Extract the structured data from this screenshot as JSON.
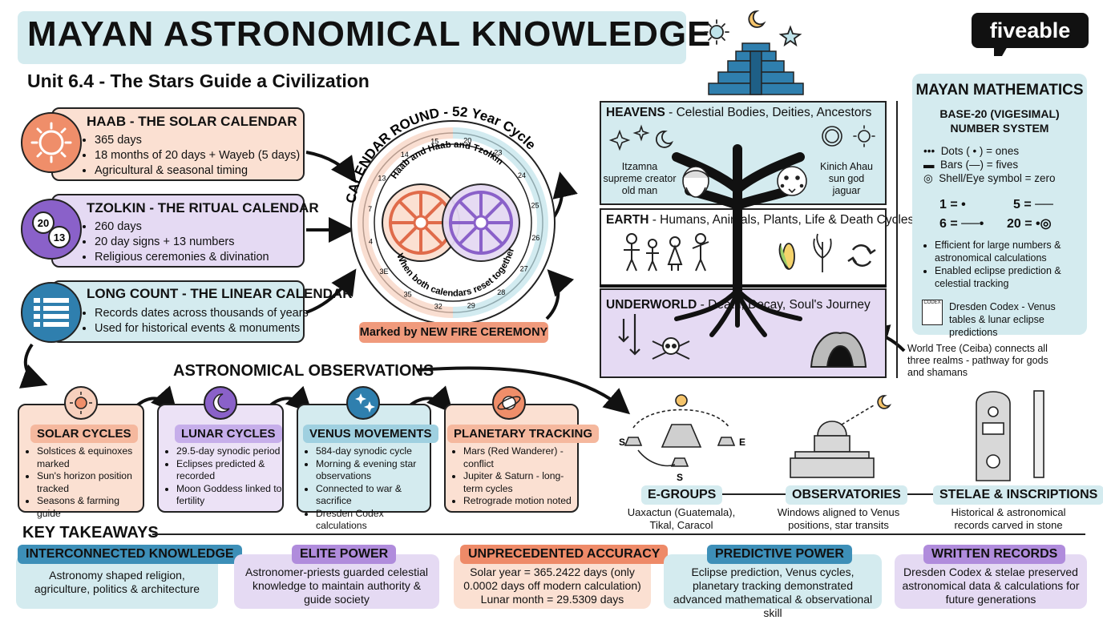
{
  "header": {
    "title": "MAYAN ASTRONOMICAL KNOWLEDGE",
    "subtitle": "Unit 6.4 - The Stars Guide a Civilization",
    "logo": "fiveable"
  },
  "calendars": [
    {
      "title": "HAAB - THE SOLAR CALENDAR",
      "icon": "sun-icon",
      "items": [
        "365 days",
        "18 months of 20 days + Wayeb (5 days)",
        "Agricultural & seasonal timing"
      ]
    },
    {
      "title": "TZOLKIN - THE RITUAL CALENDAR",
      "icon": "gears-icon",
      "icon_numbers": [
        "20",
        "13"
      ],
      "items": [
        "260 days",
        "20 day signs + 13 numbers",
        "Religious ceremonies & divination"
      ]
    },
    {
      "title": "LONG COUNT - THE LINEAR CALENDAR",
      "icon": "glyph-table-icon",
      "items": [
        "Records dates across thousands of years",
        "Used for historical events & monuments"
      ]
    }
  ],
  "calendar_round": {
    "title": "CALENDAR ROUND - 52 Year Cycle",
    "inner_top": "Haab and Haab and Tzolkin",
    "inner_bottom": "When both calendars reset together",
    "ring_numbers": [
      "20",
      "23",
      "24",
      "25",
      "26",
      "27",
      "28",
      "29",
      "32",
      "35",
      "3E",
      "4",
      "7",
      "13",
      "14",
      "15"
    ],
    "ceremony": "Marked by NEW FIRE CEREMONY"
  },
  "world_tree": {
    "heavens": {
      "title_bold": "HEAVENS",
      "title_rest": " - Celestial Bodies, Deities, Ancestors",
      "left_deity": "Itzamna\nsupreme creator\nold man",
      "right_deity": "Kinich Ahau\nsun god\njaguar"
    },
    "earth": {
      "title_bold": "EARTH",
      "title_rest": " - Humans, Animals, Plants, Life & Death Cycles"
    },
    "underworld": {
      "title_bold": "UNDERWORLD",
      "title_rest": " - Death, Decay, Soul's Journey"
    },
    "caption": "World Tree (Ceiba) connects all three realms - pathway for gods and shamans"
  },
  "math": {
    "title": "MAYAN MATHEMATICS",
    "subtitle": "BASE-20 (VIGESIMAL) NUMBER SYSTEM",
    "symbols": [
      "Dots ( • ) = ones",
      "Bars (—) = fives",
      "Shell/Eye symbol = zero"
    ],
    "examples": [
      "1 =",
      "5 =",
      "6 =",
      "20 ="
    ],
    "benefits": [
      "Efficient for large numbers & astronomical calculations",
      "Enabled eclipse prediction & celestial tracking"
    ],
    "codex_label": "CODEX",
    "codex": "Dresden Codex - Venus tables & lunar eclipse predictions"
  },
  "observations": {
    "heading": "ASTRONOMICAL OBSERVATIONS",
    "cards": [
      {
        "label": "SOLAR CYCLES",
        "icon": "sun-icon",
        "color": "#f7d0bd",
        "items": [
          "Solstices & equinoxes marked",
          "Sun's horizon position tracked",
          "Seasons & farming guide"
        ]
      },
      {
        "label": "LUNAR CYCLES",
        "icon": "moon-icon",
        "color": "#d8c8ee",
        "items": [
          "29.5-day synodic period",
          "Eclipses predicted & recorded",
          "Moon Goddess linked to fertility"
        ]
      },
      {
        "label": "VENUS MOVEMENTS",
        "icon": "stars-icon",
        "color": "#cde7ee",
        "items": [
          "584-day synodic cycle",
          "Morning & evening star observations",
          "Connected to war & sacrifice",
          "Dresden Codex calculations"
        ]
      },
      {
        "label": "PLANETARY TRACKING",
        "icon": "planet-icon",
        "color": "#f7d0bd",
        "items": [
          "Mars (Red Wanderer) - conflict",
          "Jupiter & Saturn - long-term cycles",
          "Retrograde motion noted"
        ]
      }
    ]
  },
  "sites": [
    {
      "label": "E-GROUPS",
      "text": "Uaxactun (Guatemala), Tikal, Caracol",
      "marks": [
        "S",
        "E",
        "S"
      ]
    },
    {
      "label": "OBSERVATORIES",
      "text": "Windows aligned to Venus positions, star transits"
    },
    {
      "label": "STELAE & INSCRIPTIONS",
      "text": "Historical & astronomical records carved in stone"
    }
  ],
  "takeaways": {
    "heading": "KEY TAKEAWAYS",
    "cards": [
      {
        "label": "INTERCONNECTED KNOWLEDGE",
        "text": "Astronomy shaped religion, agriculture, politics & architecture",
        "bg": "#d4ebef",
        "label_bg": "#3d8fb8"
      },
      {
        "label": "ELITE POWER",
        "text": "Astronomer-priests guarded celestial knowledge to maintain authority & guide society",
        "bg": "#e5daf3",
        "label_bg": "#b08cdc"
      },
      {
        "label": "UNPRECEDENTED ACCURACY",
        "text": "Solar year = 365.2422 days (only 0.0002 days off modern calculation) Lunar month = 29.5309 days",
        "bg": "#fbe0d2",
        "label_bg": "#ee8a68"
      },
      {
        "label": "PREDICTIVE POWER",
        "text": "Eclipse prediction, Venus cycles, planetary tracking demonstrated advanced mathematical & observational skill",
        "bg": "#d4ebef",
        "label_bg": "#3d8fb8"
      },
      {
        "label": "WRITTEN RECORDS",
        "text": "Dresden Codex & stelae preserved astronomical data & calculations for future generations",
        "bg": "#e5daf3",
        "label_bg": "#b08cdc"
      }
    ]
  }
}
